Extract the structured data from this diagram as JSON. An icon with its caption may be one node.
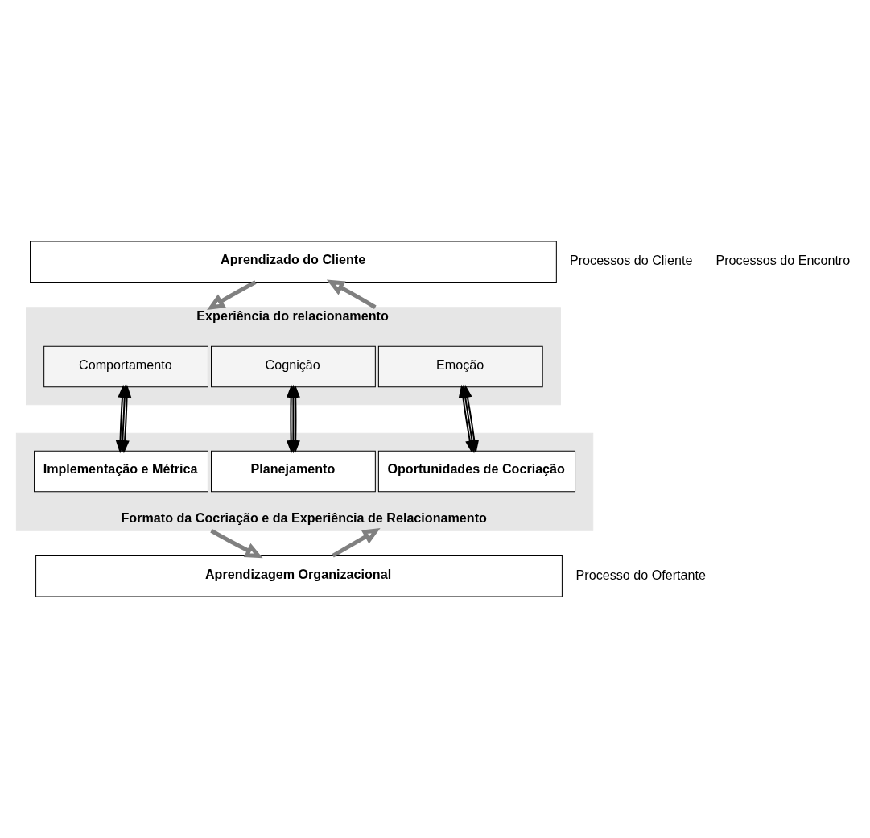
{
  "diagram": {
    "nodes": [
      {
        "text": [
          "Aprendizado do Cliente"
        ]
      },
      {
        "text": [
          "Experiência do relacionamento"
        ]
      },
      {
        "text": [
          "Emoção"
        ],
        "in": 1
      },
      {
        "text": [
          "Cognição"
        ],
        "in": 1
      },
      {
        "text": [
          "Comportamento"
        ],
        "in": 1
      },
      {
        "text": [
          "Formato da Cocriação e da Experiência de Relacionamento"
        ]
      },
      {
        "text": [
          "Oportunidades de Cocriação"
        ],
        "in": 5
      },
      {
        "text": [
          "Planejamento"
        ],
        "in": 5
      },
      {
        "text": [
          "Implementação e Métrica"
        ],
        "in": 5
      },
      {
        "text": [
          "Aprendizagem Organizacional"
        ]
      }
    ],
    "edges": [
      {
        "from": 1,
        "to": 0,
        "arrow": "to",
        "style": "thick",
        "color": "#808080"
      },
      {
        "from": 0,
        "to": 1,
        "arrow": "to",
        "style": "thick",
        "color": "#808080"
      },
      {
        "from": 2,
        "to": 6,
        "arrow": "both"
      },
      {
        "from": 2,
        "to": 6,
        "arrow": "both"
      },
      {
        "from": 2,
        "to": 6,
        "arrow": "both"
      },
      {
        "from": 3,
        "to": 7,
        "arrow": "both"
      },
      {
        "from": 3,
        "to": 7,
        "arrow": "both"
      },
      {
        "from": 3,
        "to": 7,
        "arrow": "both"
      },
      {
        "from": 4,
        "to": 8,
        "arrow": "both"
      },
      {
        "from": 4,
        "to": 8,
        "arrow": "both"
      },
      {
        "from": 4,
        "to": 8,
        "arrow": "both"
      },
      {
        "from": 9,
        "to": 5,
        "arrow": "to",
        "style": "thick",
        "color": "#808080"
      },
      {
        "from": 5,
        "to": 9,
        "arrow": "to",
        "style": "thick",
        "color": "#808080"
      }
    ],
    "labels": [
      "Processos do Cliente",
      "Processos do Encontro",
      "Processo do Ofertante"
    ]
  }
}
